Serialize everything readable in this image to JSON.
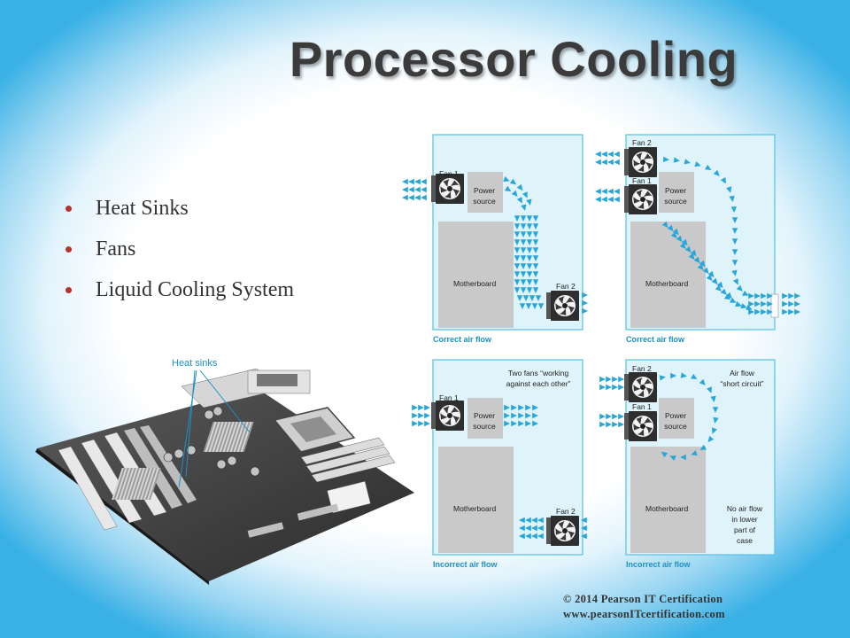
{
  "slide": {
    "title": "Processor Cooling",
    "bullets": [
      "Heat Sinks",
      "Fans",
      "Liquid Cooling System"
    ],
    "copyright_line1": "© 2014 Pearson IT Certification",
    "copyright_line2": "www.pearsonITcertification.com"
  },
  "motherboard_photo": {
    "callout": "Heat sinks"
  },
  "diagrams": {
    "labels": {
      "fan1": "Fan 1",
      "fan2": "Fan 2",
      "power_source": [
        "Power",
        "source"
      ],
      "motherboard": "Motherboard"
    },
    "panels": [
      {
        "caption": "Correct air flow",
        "note": []
      },
      {
        "caption": "Correct air flow",
        "note": []
      },
      {
        "caption": "Incorrect air flow",
        "note": [
          "Two fans “working",
          "against each other”"
        ]
      },
      {
        "caption": "Incorrect air flow",
        "note": [
          "Air flow",
          "“short circuit”"
        ],
        "note2": [
          "No air flow",
          "in lower",
          "part of",
          "case"
        ]
      }
    ]
  },
  "colors": {
    "case_fill": "#dff3fb",
    "case_border": "#57bfe6",
    "arrow": "#29a6d9",
    "caption": "#1d8fc4",
    "block": "#c9c9c9",
    "fan_box": "#2e2e2e",
    "bullet": "#b5332a"
  }
}
